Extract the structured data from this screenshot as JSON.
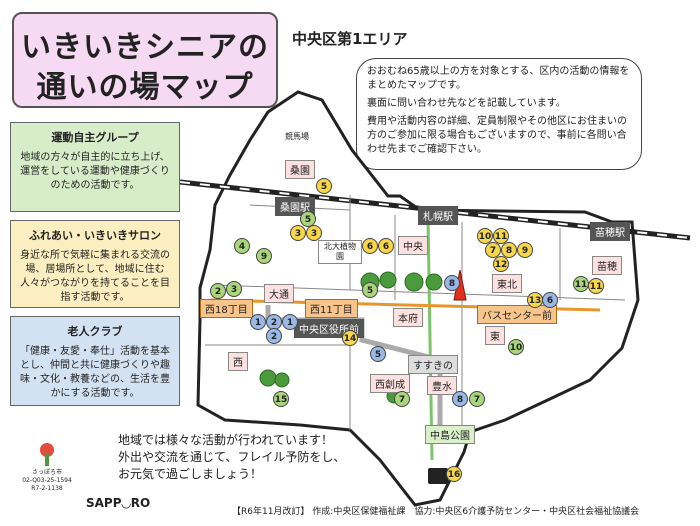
{
  "title": {
    "line1": "いきいきシニアの",
    "line2": "通いの場マップ"
  },
  "area_label": "中央区第1エリア",
  "info": {
    "p1": "おおむね65歳以上の方を対象とする、区内の活動の情報をまとめたマップです。",
    "p2": "裏面に問い合わせ先などを記載しています。",
    "p3": "費用や活動内容の詳細、定員制限やその他区にお住まいの方のご参加に限る場合もございますので、事前に各問い合わせ先までご確認下さい。"
  },
  "legend": {
    "undo": {
      "title": "運動自主グループ",
      "body": "地域の方々が自主的に立ち上げ、運営をしている運動や健康づくりのための活動です。",
      "color": "#a9d57c"
    },
    "salon": {
      "title": "ふれあい・いきいきサロン",
      "body": "身近な所で気軽に集まれる交流の場、居場所として、地域に住む人々がつながりを持てることを目指す活動です。",
      "color": "#f7d64a"
    },
    "club": {
      "title": "老人クラブ",
      "body": "「健康・友愛・奉仕」活動を基本とし、仲間と共に健康づくりや趣味・文化・教養などの、生活を豊かにする活動です。",
      "color": "#9ab8e6"
    }
  },
  "map": {
    "keibajo": "競馬場",
    "kuwazono": "桑園",
    "kuwazono_station": "桑園駅",
    "sapporo_station": "札幌駅",
    "naebo_station": "苗穂駅",
    "hokudai": "北大植物園",
    "chuo": "中央",
    "tohoku": "東北",
    "naebo": "苗穂",
    "odori": "大通",
    "nishi18": "西18丁目",
    "nishi11": "西11丁目",
    "kuyakusho": "中央区役所前",
    "bus_center": "バスセンター前",
    "honfu": "本府",
    "higashi": "東",
    "nishi": "西",
    "susukino": "すすきの",
    "nishi_sosei": "西創成",
    "hosui": "豊水",
    "nakajima_park": "中島公園"
  },
  "markers": {
    "yellow": [
      "5",
      "3",
      "3",
      "6",
      "6",
      "10",
      "11",
      "7",
      "8",
      "9",
      "11",
      "12",
      "14",
      "13",
      "16"
    ],
    "green": [
      "5",
      "4",
      "9",
      "2",
      "3",
      "5",
      "12",
      "11",
      "10",
      "7",
      "15",
      "7"
    ],
    "blue": [
      "1",
      "2",
      "1",
      "2",
      "8",
      "6",
      "5",
      "8"
    ]
  },
  "footer": {
    "line1": "地域では様々な活動が行われています！",
    "line2": "外出や交流を通じて、フレイル予防をし、",
    "line3": "お元気で過ごしましょう！",
    "credit": "【R6年11月改訂】 作成:中央区保健福祉課　協力:中央区6介護予防センター・中央区社会福祉協議会",
    "left_small1": "さっぽろ市",
    "left_small2": "02-Q03-25-1594",
    "left_small3": "R7-2-1138",
    "logo": "SAPP◡RO"
  }
}
